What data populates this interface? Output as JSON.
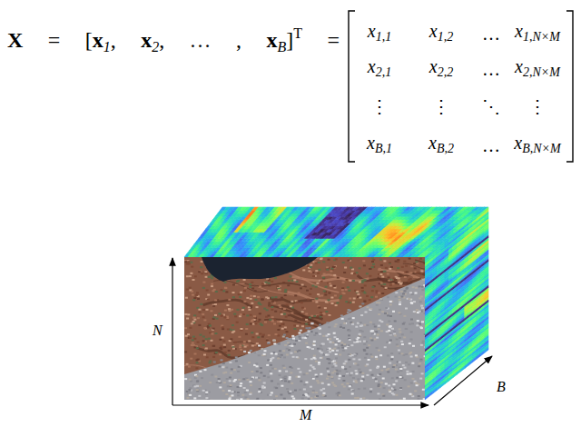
{
  "diagram": {
    "labels": [
      "X",
      "=",
      "[",
      "x",
      "1",
      ",",
      "x",
      "2",
      ",",
      "…",
      ",",
      "x",
      "B",
      "]",
      "T",
      "=",
      "x",
      "1,1",
      "x",
      "1,2",
      "…",
      "x",
      "1,N×M",
      "x",
      "2,1",
      "x",
      "2,2",
      "…",
      "x",
      "2,N×M",
      "⋮",
      "⋮",
      "⋱",
      "⋮",
      "x",
      "B,1",
      "x",
      "B,2",
      "…",
      "x",
      "B,N×M",
      "N",
      "M",
      "B"
    ]
  }
}
